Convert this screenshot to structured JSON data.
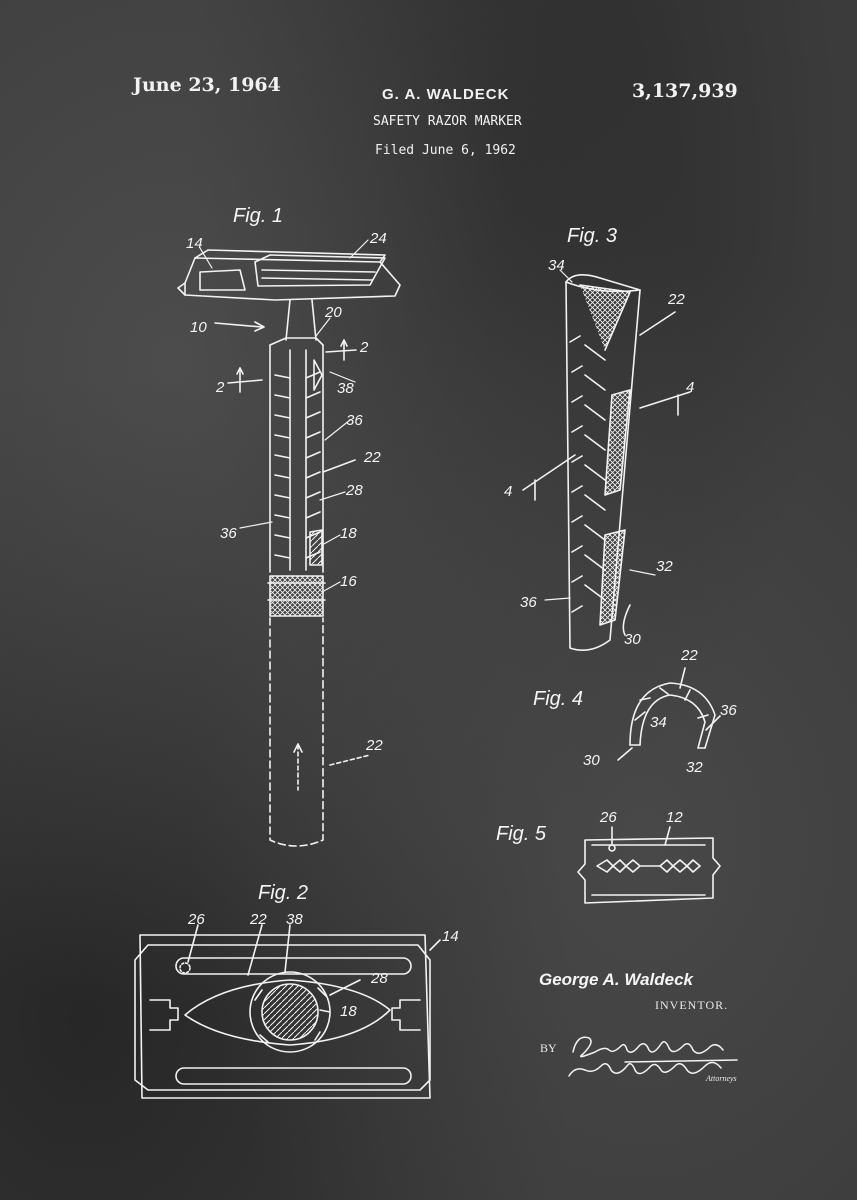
{
  "header": {
    "date": "June 23, 1964",
    "inventor_name": "G. A. WALDECK",
    "patent_number": "3,137,939",
    "title": "SAFETY RAZOR MARKER",
    "filed": "Filed June 6, 1962"
  },
  "figures": {
    "fig1": {
      "label": "Fig. 1",
      "refs": {
        "r14": "14",
        "r24": "24",
        "r10": "10",
        "r20": "20",
        "r2a": "2",
        "r2b": "2",
        "r38": "38",
        "r36a": "36",
        "r22a": "22",
        "r28": "28",
        "r36b": "36",
        "r18": "18",
        "r16": "16",
        "r22b": "22"
      }
    },
    "fig2": {
      "label": "Fig. 2",
      "refs": {
        "r26": "26",
        "r22": "22",
        "r38": "38",
        "r14": "14",
        "r28": "28",
        "r18": "18"
      }
    },
    "fig3": {
      "label": "Fig. 3",
      "refs": {
        "r34": "34",
        "r22": "22",
        "r4a": "4",
        "r4b": "4",
        "r32": "32",
        "r36": "36",
        "r30": "30"
      }
    },
    "fig4": {
      "label": "Fig. 4",
      "refs": {
        "r22": "22",
        "r34": "34",
        "r36": "36",
        "r30": "30",
        "r32": "32"
      }
    },
    "fig5": {
      "label": "Fig. 5",
      "refs": {
        "r26": "26",
        "r12": "12"
      }
    }
  },
  "signature": {
    "inventor": "George A. Waldeck",
    "role": "INVENTOR.",
    "by": "BY",
    "attorneys_label": "Attorneys"
  },
  "colors": {
    "background": "#3b3b3b",
    "ink": "#f2f2f2"
  }
}
